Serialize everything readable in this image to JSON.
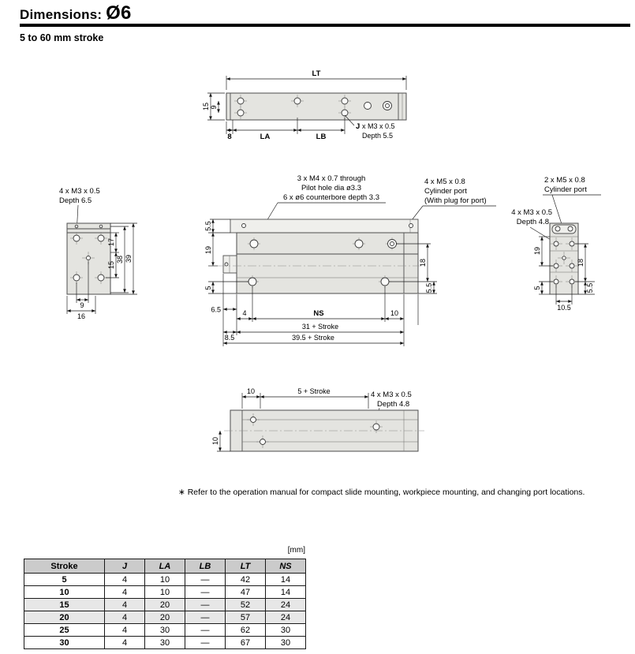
{
  "page": {
    "title_prefix": "Dimensions: ",
    "title_size": "Ø6",
    "subtitle": "5 to 60 mm stroke",
    "footnote": "∗ Refer to the operation manual for compact slide mounting, workpiece mounting, and changing port locations."
  },
  "top_view": {
    "lt": "LT",
    "h15": "15",
    "h9": "9",
    "w8": "8",
    "la": "LA",
    "lb": "LB",
    "j": "J",
    "j_rest": "x M3 x 0.5",
    "j_depth": "Depth 5.5"
  },
  "left_view": {
    "note1": "4 x M3 x 0.5",
    "note2": "Depth 6.5",
    "d17": "17",
    "d15": "15",
    "d38": "38",
    "d39": "39",
    "d9": "9",
    "d16": "16"
  },
  "side_view": {
    "noteA1": "3 x M4 x 0.7 through",
    "noteA2": "Pilot hole dia ø3.3",
    "noteA3": "6 x ø6 counterbore depth 3.3",
    "noteB1": "4 x M5 x 0.8",
    "noteB2": "Cylinder port",
    "noteB3": "(With plug for port)",
    "d55_top": "5.5",
    "d19": "19",
    "d5": "5",
    "d65": "6.5",
    "d4": "4",
    "ns": "NS",
    "d10": "10",
    "d85": "8.5",
    "d31s": "31 + Stroke",
    "d395s": "39.5 + Stroke",
    "d18": "18",
    "d55_bot": "5.5"
  },
  "right_view": {
    "noteA1": "2 x M5 x 0.8",
    "noteA2": "Cylinder port",
    "noteB1": "4 x M3 x 0.5",
    "noteB2": "Depth 4.8",
    "d19": "19",
    "d5": "5",
    "d18": "18",
    "d105": "10.5",
    "d55": "5.5"
  },
  "bottom_view": {
    "d10_top": "10",
    "d5s": "5 + Stroke",
    "note1": "4 x M3 x 0.5",
    "note2": "Depth 4.8",
    "d10_left": "10"
  },
  "table": {
    "units": "[mm]",
    "headers": [
      "Stroke",
      "J",
      "LA",
      "LB",
      "LT",
      "NS"
    ],
    "rows": [
      [
        "5",
        "4",
        "10",
        "—",
        "42",
        "14"
      ],
      [
        "10",
        "4",
        "10",
        "—",
        "47",
        "14"
      ],
      [
        "15",
        "4",
        "20",
        "—",
        "52",
        "24"
      ],
      [
        "20",
        "4",
        "20",
        "—",
        "57",
        "24"
      ],
      [
        "25",
        "4",
        "30",
        "—",
        "62",
        "30"
      ],
      [
        "30",
        "4",
        "30",
        "—",
        "67",
        "30"
      ]
    ]
  }
}
